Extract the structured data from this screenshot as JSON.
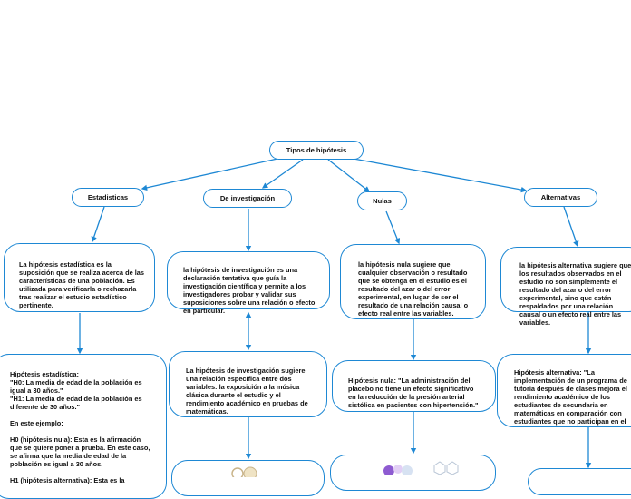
{
  "root": {
    "label": "Tipos de hipótesis"
  },
  "branches": {
    "estadisticas": {
      "label": "Estadisticas",
      "definition": "La hipótesis estadística es la suposición que se realiza acerca de las características de una población. Es utilizada para verificarla o rechazarla tras realizar el estudio estadístico pertinente.",
      "example": "Hipótesis estadística:\n\"H0: La media de edad de la población es igual a 30 años.\"\n\"H1: La media de edad de la población es diferente de 30 años.\"\n\nEn este ejemplo:\n\nH0 (hipótesis nula): Esta es la afirmación que se quiere poner a prueba. En este caso, se afirma que la media de edad de la población es igual a 30 años.\n\nH1 (hipótesis alternativa): Esta es la"
    },
    "investigacion": {
      "label": "De investigación",
      "definition": "la hipótesis de investigación es una declaración tentativa que guía la investigación científica y permite a los investigadores probar y validar sus suposiciones sobre una relación o efecto en particular.",
      "example": "La hipótesis de investigación sugiere una relación específica entre dos variables: la exposición a la música clásica durante el estudio y el rendimiento académico en pruebas de matemáticas."
    },
    "nulas": {
      "label": "Nulas",
      "definition": "la hipótesis nula sugiere que cualquier observación o resultado que se obtenga en el estudio es el resultado del azar o del error experimental, en lugar de ser el resultado de una relación causal o efecto real entre las variables.",
      "example": "Hipótesis nula: \"La administración del placebo no tiene un efecto significativo en la reducción de la presión arterial sistólica en pacientes con hipertensión.\""
    },
    "alternativas": {
      "label": "Alternativas",
      "definition": "la hipótesis alternativa sugiere que los resultados observados en el estudio no son simplemente el resultado del azar o del error experimental, sino que están respaldados por una relación causal o un efecto real entre las variables.",
      "example": "Hipótesis alternativa: \"La implementación de un programa de tutoría después de clases mejora el rendimiento académico de los estudiantes de secundaria en matemáticas en comparación con estudiantes que no participan en el programa.\""
    }
  },
  "colors": {
    "border": "#1e88d4",
    "background": "#ffffff",
    "text": "#111111"
  }
}
